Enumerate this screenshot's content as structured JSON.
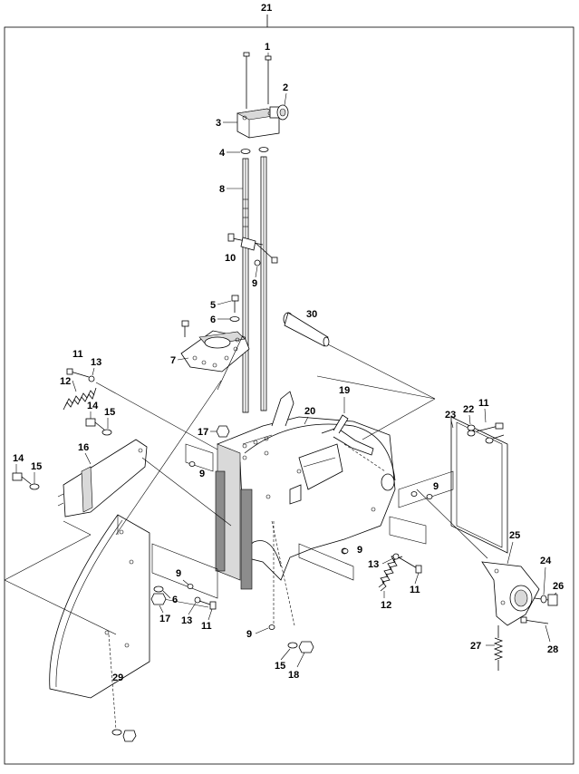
{
  "diagram": {
    "callouts": {
      "c21": "21",
      "c1": "1",
      "c2": "2",
      "c3": "3",
      "c4": "4",
      "c8": "8",
      "c10": "10",
      "c9a": "9",
      "c5": "5",
      "c6a": "6",
      "c30": "30",
      "c7": "7",
      "c11a": "11",
      "c13a": "13",
      "c12a": "12",
      "c19": "19",
      "c20": "20",
      "c14a": "14",
      "c15a": "15",
      "c17a": "17",
      "c23": "23",
      "c22": "22",
      "c11b": "11",
      "c16": "16",
      "c9b": "9",
      "c14b": "14",
      "c15b": "15",
      "c9c": "9",
      "c9d": "9",
      "c25": "25",
      "c9e": "9",
      "c13b": "13",
      "c11c": "11",
      "c24": "24",
      "c26": "26",
      "c12b": "12",
      "c6b": "6",
      "c17b": "17",
      "c13c": "13",
      "c11d": "11",
      "c9f": "9",
      "c27": "27",
      "c28": "28",
      "c15c": "15",
      "c18": "18",
      "c29": "29"
    }
  }
}
